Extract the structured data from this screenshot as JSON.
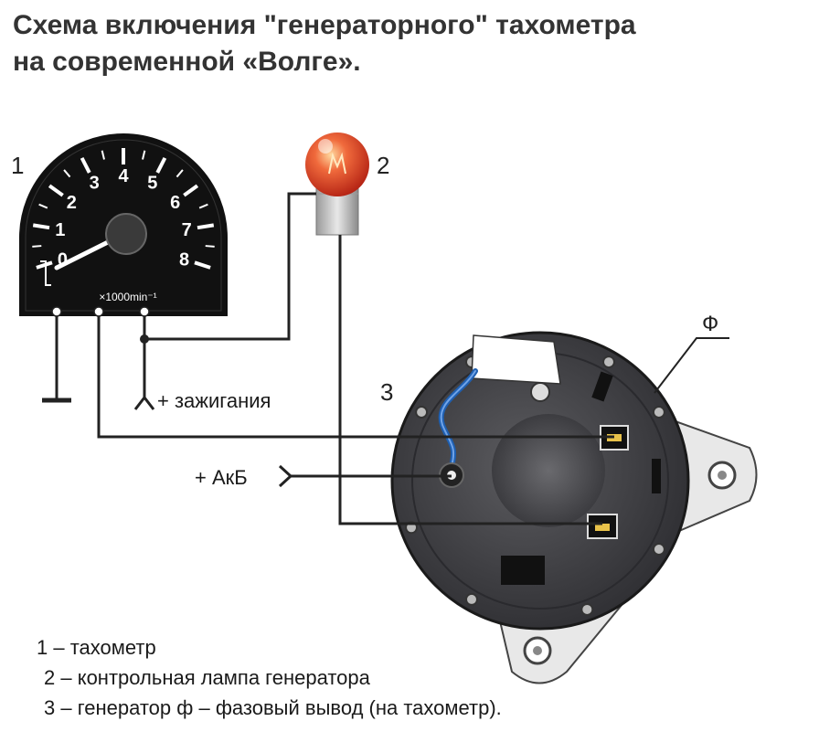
{
  "title": {
    "line1": "Схема включения \"генераторного\" тахометра",
    "line2": "на современной «Волге»."
  },
  "tachometer": {
    "number": "1",
    "dial_numbers": [
      "0",
      "1",
      "2",
      "3",
      "4",
      "5",
      "6",
      "7",
      "8"
    ],
    "unit": "×1000min⁻¹"
  },
  "lamp": {
    "number": "2",
    "color": "#e0432a"
  },
  "generator": {
    "number": "3",
    "phase_label": "Ф"
  },
  "labels": {
    "ignition": "+ зажигания",
    "battery": "+ АкБ"
  },
  "legend": [
    "1 – тахометр",
    "2 – контрольная лампа генератора",
    "3 – генератор ф – фазовый вывод (на тахометр)."
  ],
  "colors": {
    "wire": "#222222",
    "gauge_face": "#111111",
    "generator_body": "#4a4a4e",
    "accent_blue": "#1f5fb0"
  }
}
